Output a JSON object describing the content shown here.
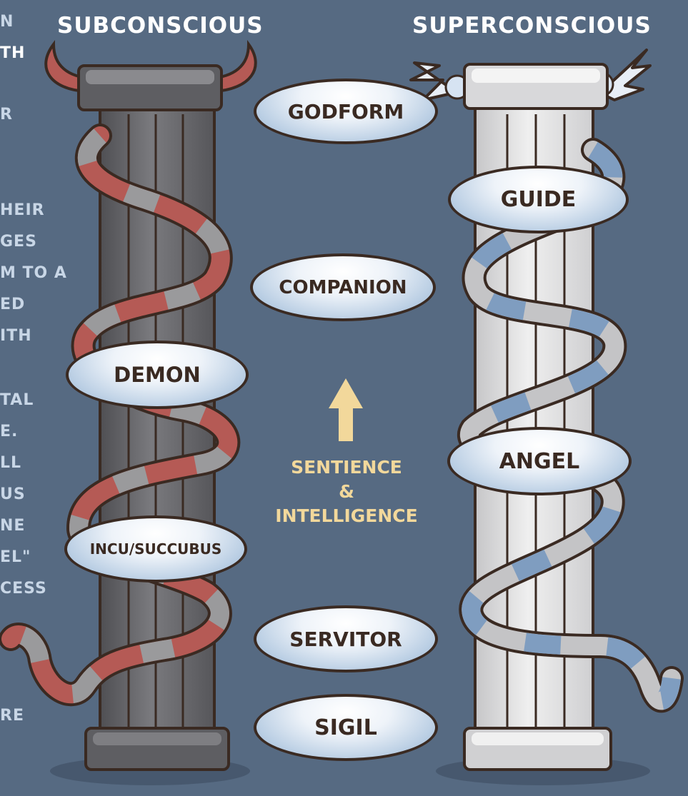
{
  "headings": {
    "left": "SUBCONSCIOUS",
    "right": "SUPERCONSCIOUS"
  },
  "labels": {
    "godform": "GODFORM",
    "guide": "GUIDE",
    "companion": "COMPANION",
    "demon": "DEMON",
    "angel": "ANGEL",
    "incubus": "INCU/SUCCUBUS",
    "servitor": "SERVITOR",
    "sigil": "SIGIL"
  },
  "axis": {
    "line1": "SENTIENCE",
    "line2": "&",
    "line3": "INTELLIGENCE"
  },
  "left_edge_fragments": [
    "N",
    "TH",
    "R",
    "HEIR",
    "GES",
    "M TO A",
    "ED",
    "ITH",
    "TAL",
    "E.",
    "LL",
    "US",
    "NE",
    "EL\"",
    "CESS",
    "RE"
  ],
  "colors": {
    "background": "#566a82",
    "dark_pillar": "#6a6a6e",
    "light_pillar": "#d8d8da",
    "red_serpent": "#b55a55",
    "blue_serpent": "#7f9dc0",
    "label_text": "#3a2a22",
    "axis_text": "#f2d89b"
  }
}
